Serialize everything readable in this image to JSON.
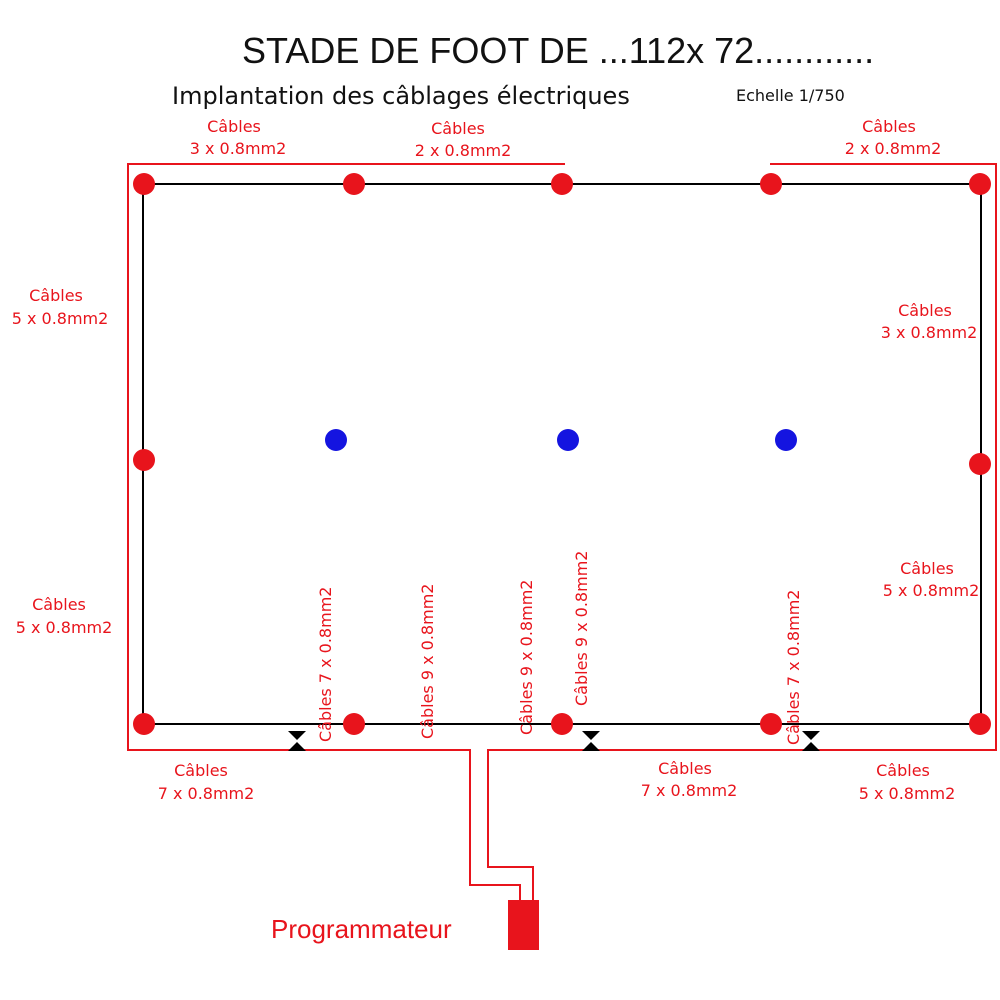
{
  "title": "STADE DE FOOT DE ...112x 72............",
  "subtitle": "Implantation des câblages électriques",
  "scale": "Echelle 1/750",
  "programmer_label": "Programmateur",
  "colors": {
    "cable": "#e8141c",
    "light_red": "#e8141c",
    "light_blue": "#1414e0",
    "field_line": "#000000"
  },
  "cable_labels": {
    "top_left": {
      "line1": "Câbles",
      "line2": "3 x 0.8mm2"
    },
    "top_middle": {
      "line1": "Câbles",
      "line2": "2 x 0.8mm2"
    },
    "top_right": {
      "line1": "Câbles",
      "line2": "2 x 0.8mm2"
    },
    "left_upper": {
      "line1": "Câbles",
      "line2": "5 x 0.8mm2"
    },
    "left_lower": {
      "line1": "Câbles",
      "line2": "5 x 0.8mm2"
    },
    "right_upper": {
      "line1": "Câbles",
      "line2": "3 x 0.8mm2"
    },
    "right_lower": {
      "line1": "Câbles",
      "line2": "5 x 0.8mm2"
    },
    "bottom_left": {
      "line1": "Câbles",
      "line2": "7 x 0.8mm2"
    },
    "bottom_middle": {
      "line1": "Câbles",
      "line2": "7 x 0.8mm2"
    },
    "bottom_right": {
      "line1": "Câbles",
      "line2": "5 x 0.8mm2"
    },
    "vertical_1": "Câbles 7 x 0.8mm2",
    "vertical_2": "Câbles 9 x 0.8mm2",
    "vertical_3": "Câbles 9 x 0.8mm2",
    "vertical_4": "Câbles 9 x 0.8mm2",
    "vertical_5": "Câbles 7 x 0.8mm2"
  }
}
